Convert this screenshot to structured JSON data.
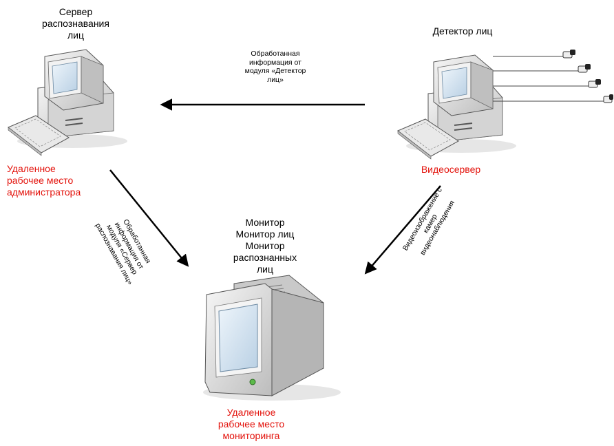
{
  "nodes": {
    "recognition_server": {
      "title": "Сервер\nраспознавания\nлиц",
      "role": "Удаленное\nрабочее место\nадминистратора"
    },
    "detector": {
      "title": "Детектор лиц",
      "role": "Видеосервер"
    },
    "monitor": {
      "title": "Монитор\nМонитор лиц\nМонитор\nраспознанных\nлиц",
      "role": "Удаленное\nрабочее место\nмониторинга"
    }
  },
  "edges": {
    "detector_to_server": "Обработанная\nинформация от\nмодуля «Детектор\nлиц»",
    "server_to_monitor": "Обработанная\nинформация от\nмодуля «Сервер\nраспознавания лиц»",
    "detector_to_monitor": "Видеоизображение с\nкамер\nвидеонаблюдения"
  },
  "colors": {
    "role_text": "#e3120b",
    "arrow": "#000000",
    "device_body": "#e2e2e2",
    "screen": "#d6e6f3"
  },
  "icons": [
    "computer-icon",
    "keyboard-icon",
    "crt-monitor-icon",
    "camera-icon"
  ]
}
